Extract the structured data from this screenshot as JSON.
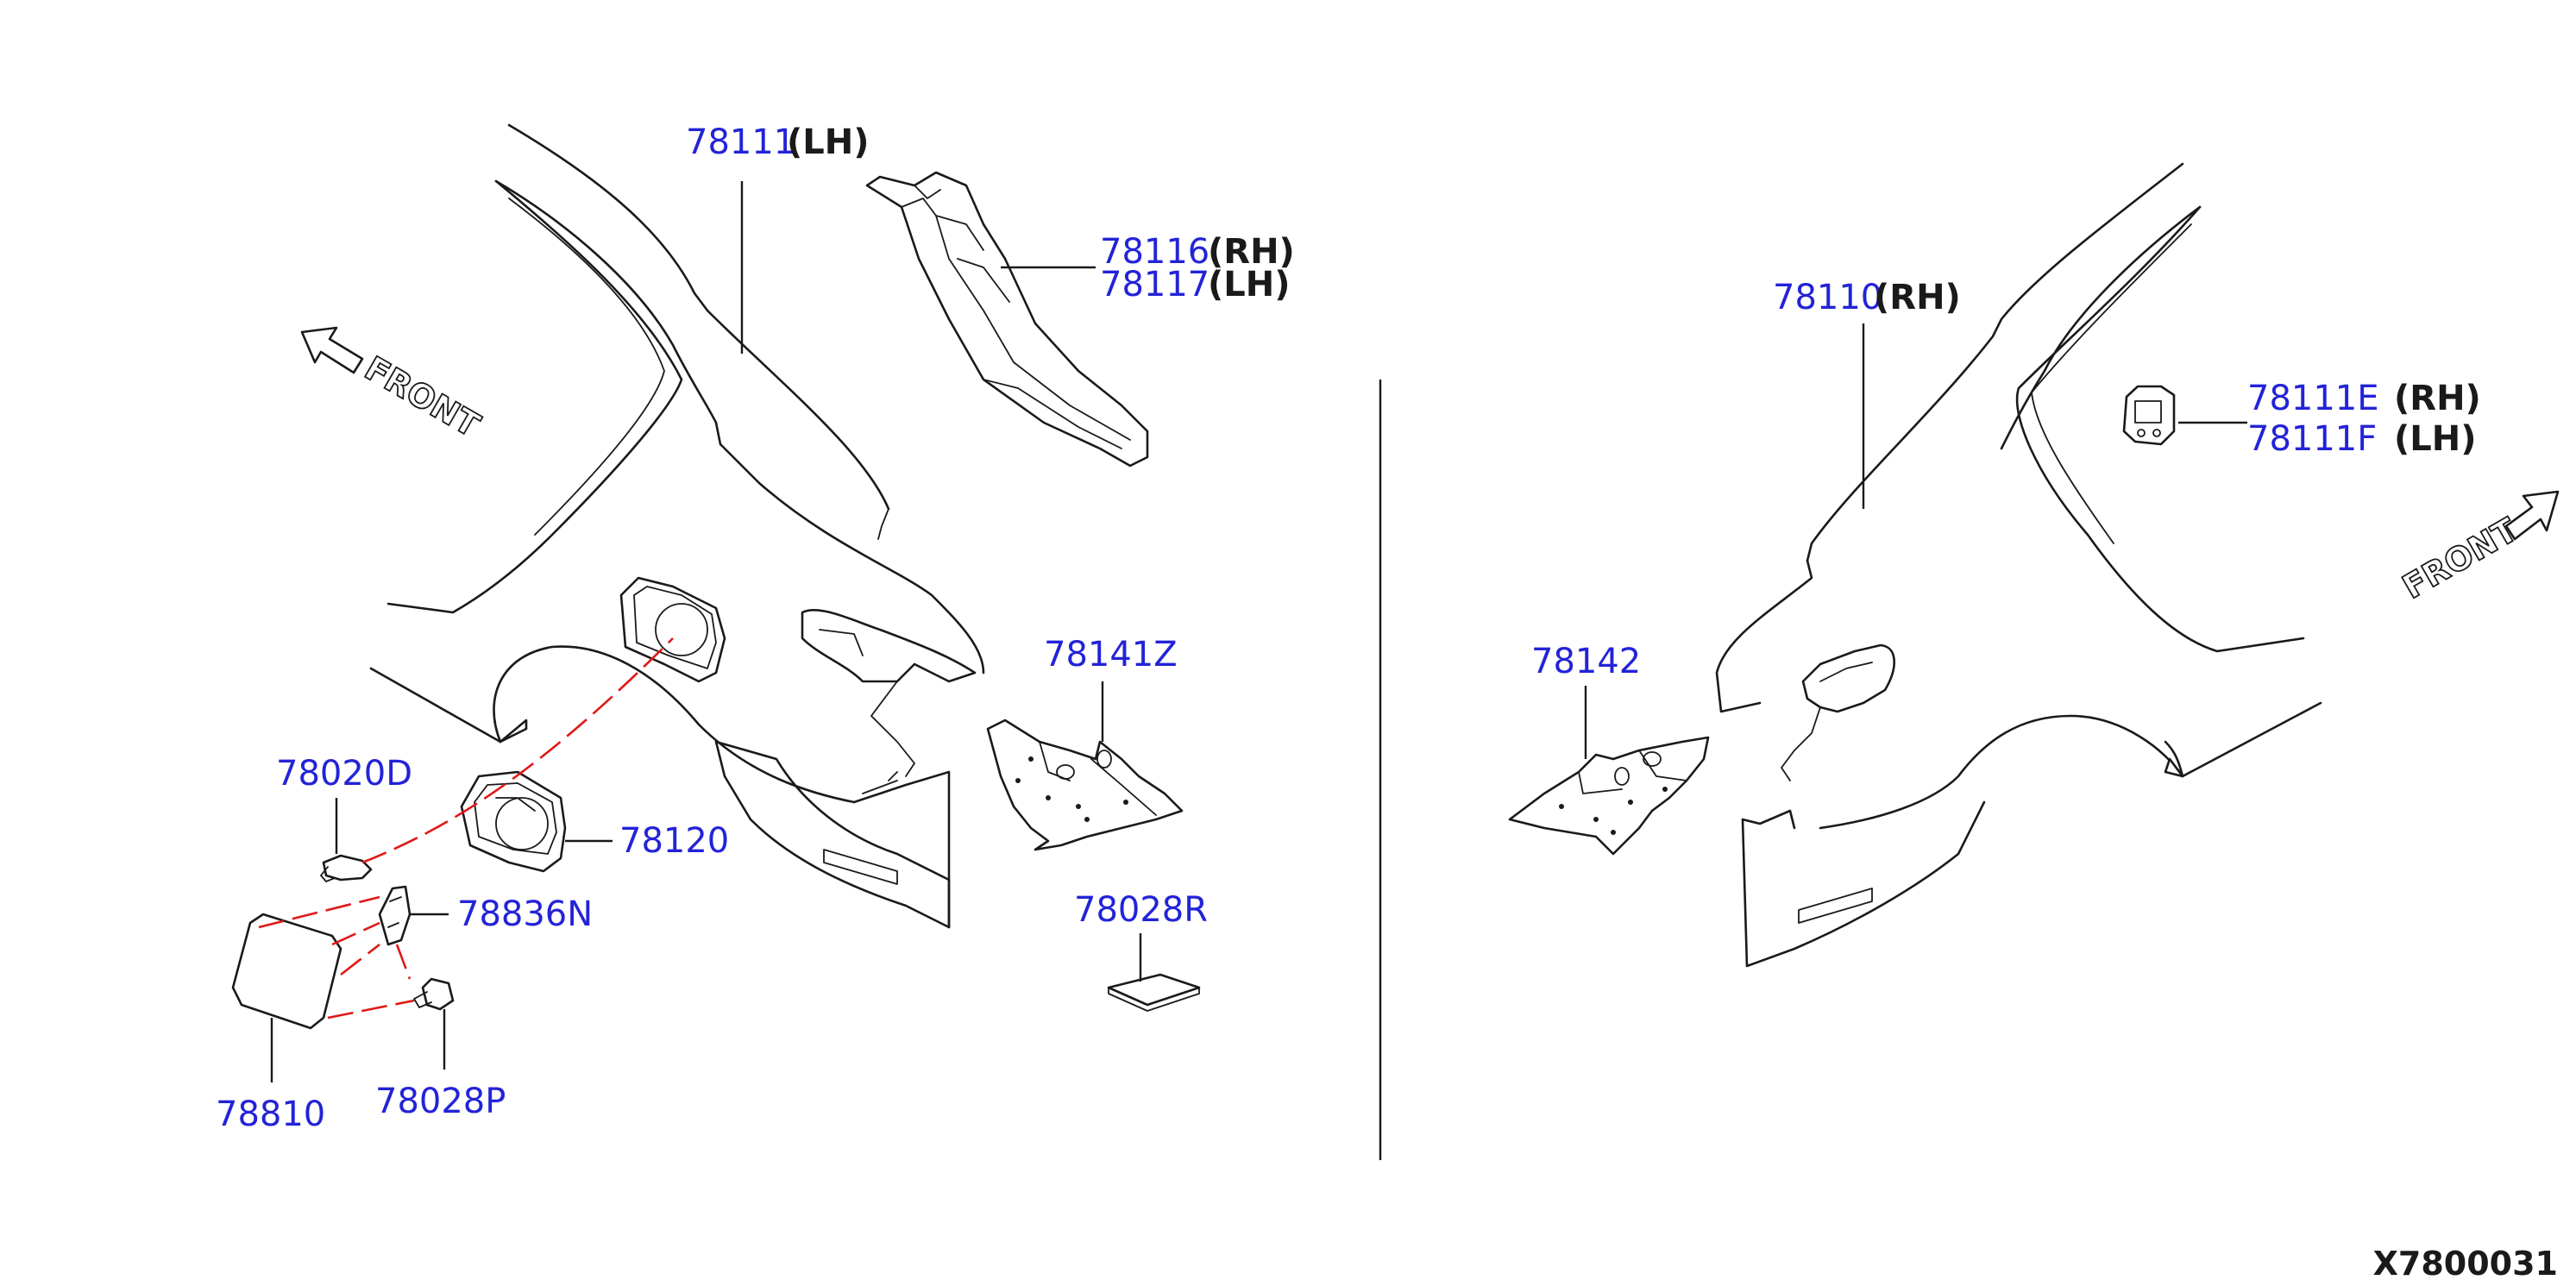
{
  "diagram_code": "X7800031",
  "front_label": "FRONT",
  "left": {
    "labels": {
      "p78111": {
        "num": "78111",
        "side": "(LH)"
      },
      "p78116": {
        "num": "78116",
        "side": "(RH)"
      },
      "p78117": {
        "num": "78117",
        "side": "(LH)"
      },
      "p78141Z": {
        "num": "78141Z"
      },
      "p78020D": {
        "num": "78020D"
      },
      "p78120": {
        "num": "78120"
      },
      "p78836N": {
        "num": "78836N"
      },
      "p78028R": {
        "num": "78028R"
      },
      "p78810": {
        "num": "78810"
      },
      "p78028P": {
        "num": "78028P"
      }
    }
  },
  "right": {
    "labels": {
      "p78110": {
        "num": "78110",
        "side": "(RH)"
      },
      "p78111E": {
        "num": "78111E",
        "side": "(RH)"
      },
      "p78111F": {
        "num": "78111F",
        "side": "(LH)"
      },
      "p78142": {
        "num": "78142"
      }
    }
  },
  "colors": {
    "part_number": "#2323d8",
    "line": "#1a1a1a",
    "dashed_link": "#e01818"
  }
}
